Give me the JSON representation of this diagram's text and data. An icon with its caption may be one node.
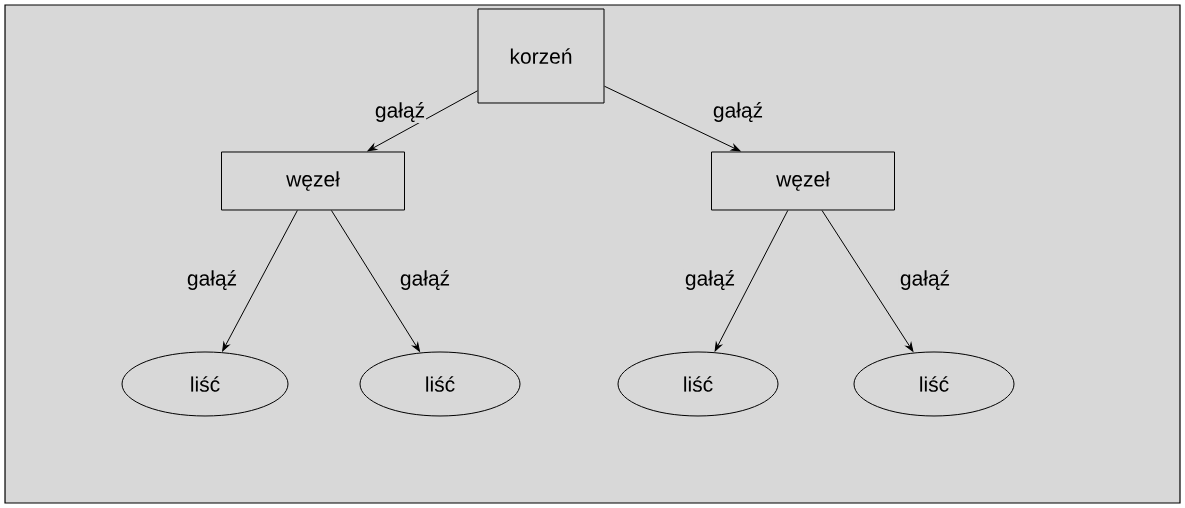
{
  "diagram": {
    "nodes": [
      {
        "text": [
          "korzeń"
        ]
      },
      {
        "text": [
          "węzeł"
        ]
      },
      {
        "text": [
          "węzeł"
        ]
      },
      {
        "text": [
          "liść"
        ]
      },
      {
        "text": [
          "liść"
        ]
      },
      {
        "text": [
          "liść"
        ]
      },
      {
        "text": [
          "liść"
        ]
      }
    ],
    "edges": [
      {
        "from": 0,
        "to": 1,
        "arrow": "to",
        "label": "gałąź"
      },
      {
        "from": 0,
        "to": 2,
        "arrow": "to",
        "label": "gałąź"
      },
      {
        "from": 1,
        "to": 3,
        "arrow": "to",
        "label": "gałąź"
      },
      {
        "from": 1,
        "to": 4,
        "arrow": "to",
        "label": "gałąź"
      },
      {
        "from": 2,
        "to": 5,
        "arrow": "to",
        "label": "gałąź"
      },
      {
        "from": 2,
        "to": 6,
        "arrow": "to",
        "label": "gałąź"
      }
    ]
  }
}
